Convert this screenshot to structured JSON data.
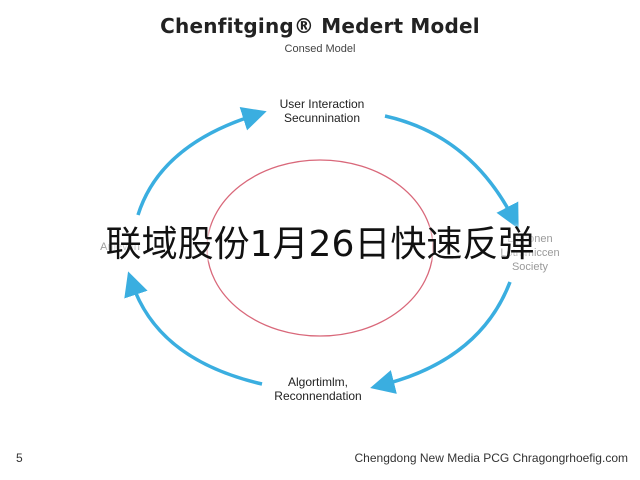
{
  "diagram": {
    "title": "Chenfitging® Medert Model",
    "subtitle": "Consed Model",
    "nodes": [
      {
        "id": "top",
        "lines": [
          "User Interaction",
          "Secunnination"
        ]
      },
      {
        "id": "right",
        "lines": [
          "Lipponen",
          "Lotrsmiccen",
          "Society"
        ]
      },
      {
        "id": "bottom",
        "lines": [
          "Algortimlm,",
          "Reconnendation"
        ]
      },
      {
        "id": "left",
        "lines": [
          "Anlevon"
        ]
      }
    ],
    "colors": {
      "cycle_arrow": "#3aaee0",
      "inner_circle": "#d9687a"
    }
  },
  "overlay_text": "联域股份1月26日快速反弹",
  "footer": {
    "page_number": "5",
    "credit": "Chengdong New Media PCG Chragongrhoefig.com"
  }
}
